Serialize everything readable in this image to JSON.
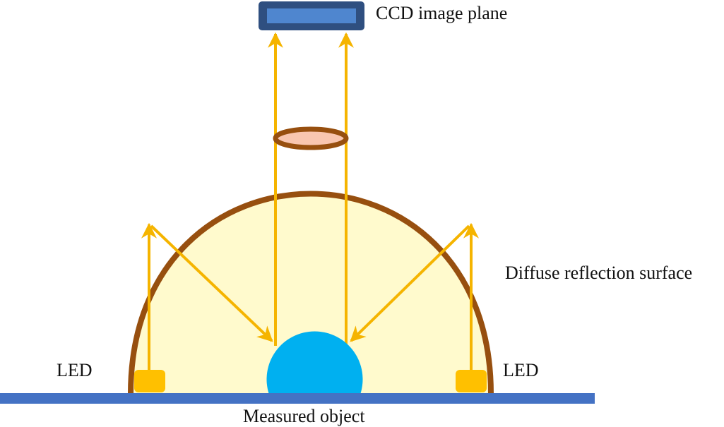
{
  "labels": {
    "ccd": "CCD image plane",
    "diffuse": "Diffuse reflection surface",
    "led_left": "LED",
    "led_right": "LED",
    "object": "Measured object"
  },
  "icons": {
    "ccd": "ccd-sensor-icon",
    "led": "led-icon",
    "aperture": "aperture-ring-icon",
    "arrow": "light-ray-arrow"
  },
  "colors": {
    "dome_fill": "#fffacd",
    "dome_stroke": "#974f0f",
    "ray": "#f5b400",
    "led": "#ffc000",
    "object": "#00b0f0",
    "base": "#4472c4",
    "ccd_outer": "#2f4f80",
    "ccd_inner": "#4f86cf",
    "aperture_fill": "#f9c6b0",
    "text": "#111111"
  }
}
